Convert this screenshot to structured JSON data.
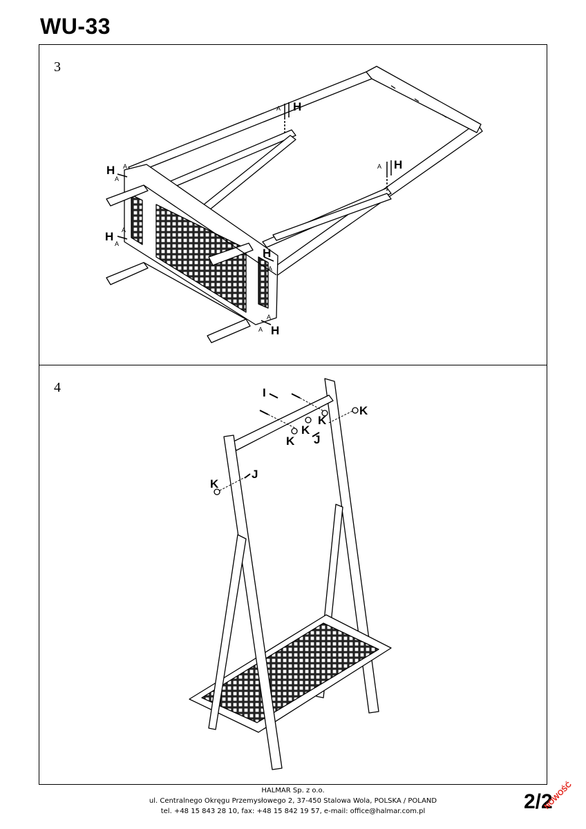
{
  "header": {
    "model": "WU-33"
  },
  "steps": [
    {
      "number": "3"
    },
    {
      "number": "4"
    }
  ],
  "labels": {
    "H": "H",
    "A": "A",
    "I": "I",
    "J": "J",
    "K": "K"
  },
  "footer": {
    "company": "HALMAR Sp. z o.o.",
    "address": "ul. Centralnego Okręgu Przemysłowego 2, 37-450 Stalowa Wola, POLSKA / POLAND",
    "contact": "tel. +48 15 843 28 10, fax: +48 15 842 19 57, e-mail: office@halmar.com.pl"
  },
  "page": {
    "number": "2/2",
    "badge": "NOWOŚĆ"
  }
}
